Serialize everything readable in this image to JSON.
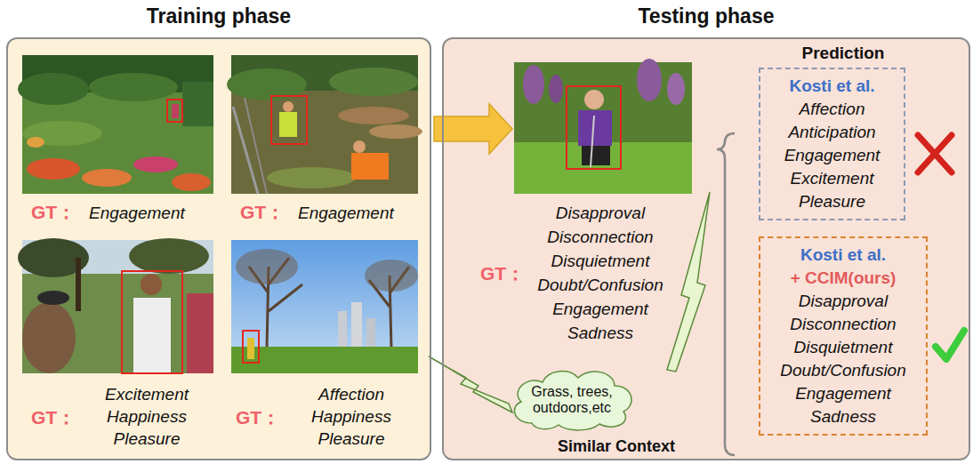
{
  "diagram": {
    "nodes": [
      {
        "text": [
          "Training phase"
        ]
      },
      {
        "text": [
          "Testing phase"
        ]
      },
      {
        "text": [
          "Grass, trees, outdoors,etc"
        ],
        "in": 1
      },
      {
        "text": [
          "Kosti et al.",
          "Affection",
          "Anticipation",
          "Engagement",
          "Excitement",
          "Pleasure"
        ],
        "in": 1
      },
      {
        "text": [
          "Kosti et al.",
          "+ CCIM(ours)",
          "Disapproval",
          "Disconnection",
          "Disquietment",
          "Doubt/Confusion",
          "Engagement",
          "Sadness"
        ],
        "in": 1
      }
    ],
    "labels": [
      "GT：",
      "Engagement",
      "GT：",
      "Engagement",
      "GT：",
      "Excitement",
      "Happiness",
      "Pleasure",
      "GT：",
      "Affection",
      "Happiness",
      "Pleasure",
      "Disapproval",
      "Disconnection",
      "Disquietment",
      "Doubt/Confusion",
      "Engagement",
      "Sadness",
      "GT：",
      "Similar Context",
      "Prediction"
    ]
  }
}
